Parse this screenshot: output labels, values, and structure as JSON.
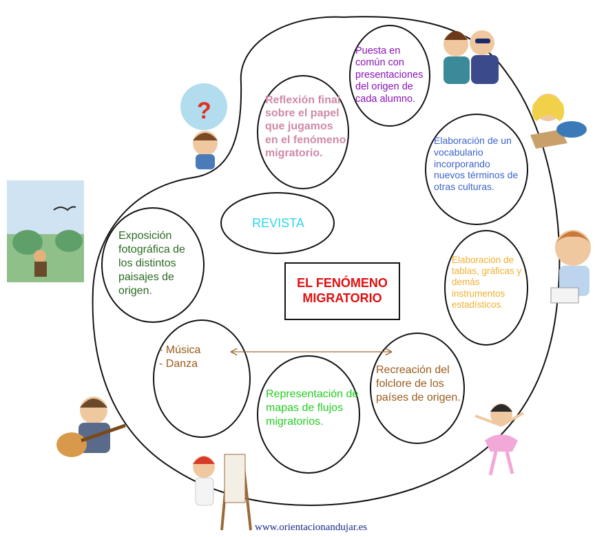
{
  "center": {
    "line1": "EL FENÓMENO",
    "line2": "MIGRATORIO"
  },
  "circles": {
    "puesta": "Puesta en común con presentaciones del origen de cada alumno.",
    "reflexion": "Reflexión final sobre el papel que jugamos en el fenómeno migratorio.",
    "vocabulario": "Elaboración de un vocabulario incorporando nuevos términos de otras culturas.",
    "tablas": "Elaboración de tablas, gráficas y demás instrumentos estadísticos.",
    "exposicion": "Exposición fotográfica de los distintos paisajes de origen.",
    "musica_line1": "- Música",
    "musica_line2": "- Danza",
    "recreacion": "Recreación del folclore de los países de origen.",
    "representacion": "Representación de mapas de flujos migratorios."
  },
  "revista": "REVISTA",
  "footer_url": "www.orientacionandujar.es",
  "colors": {
    "purple": "#8a12b8",
    "pink": "#d08aa8",
    "blue": "#3a63c8",
    "orange": "#f0b030",
    "dark_green": "#2a6a22",
    "brown": "#9a5a1a",
    "light_green": "#22cc22",
    "cyan": "#2fd6e8",
    "red": "#e01010",
    "url_blue": "#1a2a8a"
  },
  "illustrations": [
    "boy-with-question-mark",
    "two-friends-hugging",
    "girl-reading-book",
    "boy-writing",
    "landscape-with-bird",
    "boy-playing-guitar",
    "girl-painting-easel",
    "girl-ballet-dancer"
  ]
}
